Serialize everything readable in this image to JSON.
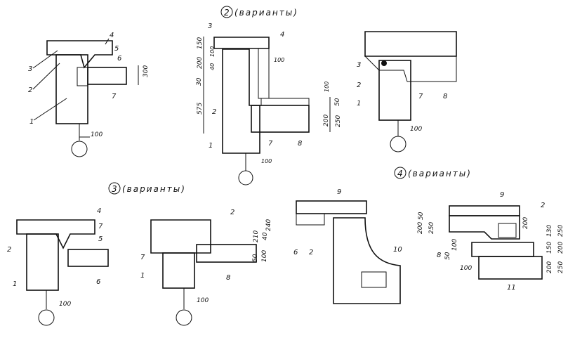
{
  "groups": [
    {
      "num": "2",
      "label": "(варианты)"
    },
    {
      "num": "3",
      "label": "(варианты)"
    },
    {
      "num": "4",
      "label": "(варианты)"
    }
  ],
  "detail_a": {
    "l1": "1",
    "l2": "2",
    "l3": "3",
    "l4": "4",
    "l5": "5",
    "l6": "6",
    "l7": "7",
    "d100": "100",
    "d300": "300"
  },
  "detail_b": {
    "l1": "1",
    "l2": "2",
    "l3": "3",
    "l4": "4",
    "l7": "7",
    "l8": "8",
    "d150": "150",
    "d200": "200",
    "d30": "30",
    "d100a": "100",
    "d100b": "100",
    "d575": "575",
    "d50": "50",
    "d200b": "200",
    "d250": "250",
    "d100c": "100",
    "d40": "40"
  },
  "detail_c": {
    "l1": "1",
    "l2": "2",
    "l3": "3",
    "l7": "7",
    "l8": "8",
    "d100": "100"
  },
  "detail_d": {
    "l1": "1",
    "l2": "2",
    "l4": "4",
    "l5": "5",
    "l6": "6",
    "l7": "7",
    "d100": "100"
  },
  "detail_e": {
    "l1": "1",
    "l2": "2",
    "l7": "7",
    "l8": "8",
    "d210": "210",
    "d40": "40",
    "d240": "240",
    "d50": "50",
    "d100": "100",
    "d100b": "100"
  },
  "detail_f": {
    "l2": "2",
    "l6": "6",
    "l9": "9",
    "l10": "10"
  },
  "detail_g": {
    "l2": "2",
    "l8": "8",
    "l9": "9",
    "l11": "11",
    "d200": "200",
    "d50": "50",
    "d250": "250",
    "d50b": "50",
    "d100": "100",
    "d100b": "100",
    "d200r": "200",
    "d130": "130",
    "d150": "150",
    "d200r2": "200",
    "d250r": "250",
    "d250r2": "250",
    "d200r3": "200"
  }
}
